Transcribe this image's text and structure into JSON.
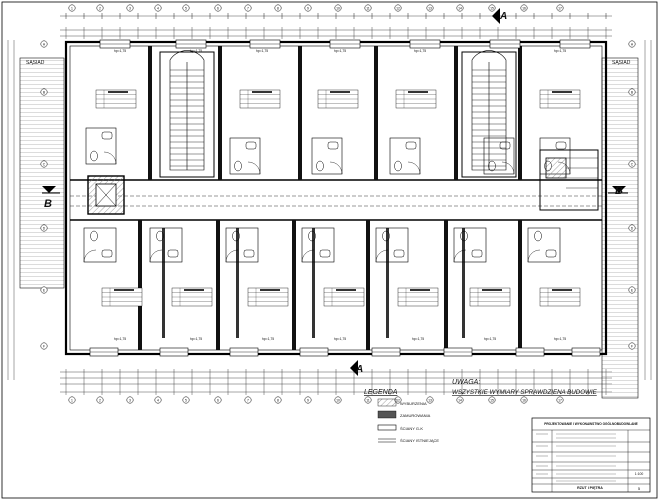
{
  "labels": {
    "adjacent_building_left": "SĄSIAD",
    "adjacent_building_right": "SĄSIAD",
    "section_a": "A",
    "section_b": "B",
    "room_area_prefix": "hp=",
    "room_area_value": "1,75"
  },
  "axis_labels": {
    "numbers": [
      "1",
      "2",
      "3",
      "4",
      "5",
      "6",
      "7",
      "8",
      "9",
      "10",
      "11",
      "12",
      "13",
      "14",
      "15",
      "16",
      "17"
    ],
    "letters": [
      "A",
      "B",
      "C",
      "D",
      "E",
      "F"
    ]
  },
  "legend": {
    "title": "LEGENDA",
    "items": [
      {
        "label": "WYBURZENIA",
        "swatch": "hatch-light"
      },
      {
        "label": "ZAMUROWANIA",
        "swatch": "solid-dark"
      },
      {
        "label": "ŚCIANY G-K",
        "swatch": "outline"
      },
      {
        "label": "ŚCIANY ISTNIEJĄCE",
        "swatch": "double-line"
      }
    ]
  },
  "note": {
    "title": "UWAGA:",
    "text": "WSZYSTKIE WYMIARY SPRAWDZIENA BUDOWIE"
  },
  "title_block": {
    "header": "PROJEKTOWANIE I WYKONAWSTWO OGÓLNOBUDOWLANE",
    "drawing_title": "RZUT I PIĘTRA",
    "scale": "1:100",
    "sheet": "5"
  },
  "colors": {
    "line": "#111111",
    "hatch": "#9a9a9a",
    "fill_dark": "#555555",
    "accent": "#000000"
  }
}
